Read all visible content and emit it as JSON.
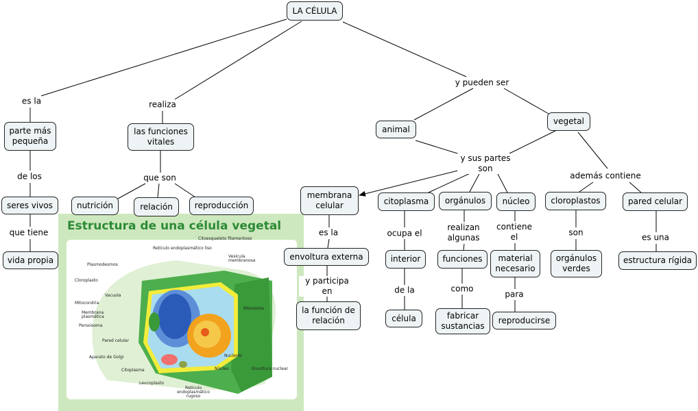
{
  "root": "LA CÉLULA",
  "nodes": {
    "parte": "parte más pequeña",
    "seres": "seres vivos",
    "vida": "vida propia",
    "funciones_vitales": "las funciones vitales",
    "nutricion": "nutrición",
    "relacion": "relación",
    "reproduccion": "reproducción",
    "animal": "animal",
    "vegetal": "vegetal",
    "membrana": "membrana celular",
    "citoplasma": "citoplasma",
    "organulos": "orgánulos",
    "nucleo": "núcleo",
    "cloroplastos": "cloroplastos",
    "pared": "pared celular",
    "envoltura": "envoltura externa",
    "funcion_relacion": "la función de relación",
    "interior": "interior",
    "celula": "célula",
    "funciones": "funciones",
    "fabricar": "fabricar sustancias",
    "material": "material necesario",
    "reproducirse": "reproducirse",
    "organulos_verdes": "orgánulos verdes",
    "estructura": "estructura rígida"
  },
  "links": {
    "es_la_1": "es la",
    "de_los": "de los",
    "que_tiene": "que tiene",
    "realiza": "realiza",
    "que_son": "que son",
    "pueden_ser": "y pueden ser",
    "sus_partes": "y sus partes son",
    "ademas": "además contiene",
    "es_la_2": "es la",
    "participa": "y participa en",
    "ocupa": "ocupa el",
    "de_la": "de la",
    "realizan": "realizan algunas",
    "como": "como",
    "contiene": "contiene el",
    "para": "para",
    "son": "son",
    "es_una": "es una"
  },
  "image": {
    "title": "Estructura de una célula vegetal",
    "labels": {
      "rel": "Retículo endoplasmático liso",
      "cito_fil": "Citoesqueleto filamentoso",
      "vesicula": "Vesícula membranosa",
      "plasmodesmos": "Plasmodesmos",
      "cloroplasto": "Cloroplasto",
      "vacuola": "Vacuola",
      "mitocondria": "Mitocondria",
      "membrana": "Membrana plasmática",
      "peroxisoma": "Peroxisoma",
      "pared": "Pared celular",
      "ribosoma": "Ribosoma",
      "golgi": "Aparato de Golgi",
      "citoplasma": "Citoplasma",
      "nucleolo": "Nucleolo",
      "nucleo": "Núcleo",
      "envoltura": "Envoltura nuclear",
      "leucoplasto": "Leucoplasto",
      "rer": "Retículo endoplasmático rugoso"
    }
  },
  "colors": {
    "node_fill": "#eef3f5",
    "panel_bg": "#cde8be",
    "title_green": "#2d8a36"
  }
}
